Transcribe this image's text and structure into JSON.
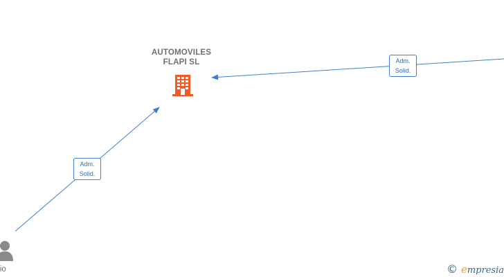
{
  "company": {
    "name_line1": "AUTOMOVILES",
    "name_line2": "FLAPI  SL",
    "icon": "building-icon",
    "color": "#f05a28"
  },
  "person": {
    "name_fragment": "rio",
    "icon": "person-icon",
    "color": "#8a8a8a"
  },
  "edges": [
    {
      "id": "edge-right-to-company",
      "role_line1": "Adm.",
      "role_line2": "Solid."
    },
    {
      "id": "edge-person-to-company",
      "role_line1": "Adm.",
      "role_line2": "Solid."
    }
  ],
  "colors": {
    "edge": "#3f7ecf",
    "label_text": "#2f6fbf",
    "node_text": "#707070"
  },
  "brand": {
    "symbol": "©",
    "initial": "e",
    "rest": "mpresia",
    "color": "#2f6a8f",
    "accent": "#f0a030"
  }
}
